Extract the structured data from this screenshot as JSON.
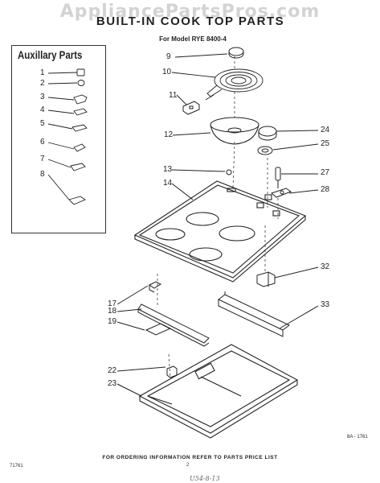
{
  "watermark": "AppliancePartsPros.com",
  "title": "BUILT-IN COOK TOP PARTS",
  "subtitle": "For Model RYE 8400-4",
  "auxiliary": {
    "title": "Auxillary Parts",
    "numbers": [
      "1",
      "2",
      "3",
      "4",
      "5",
      "6",
      "7",
      "8"
    ]
  },
  "callouts": [
    "9",
    "10",
    "11",
    "12",
    "13",
    "14",
    "17",
    "18",
    "19",
    "22",
    "23",
    "24",
    "25",
    "27",
    "28",
    "32",
    "33"
  ],
  "ref_code": "8A - 1761",
  "footer": "FOR ORDERING INFORMATION REFER TO PARTS PRICE LIST",
  "doc_code": "71761",
  "page_number": "2",
  "handwriting": "U54-8-13"
}
